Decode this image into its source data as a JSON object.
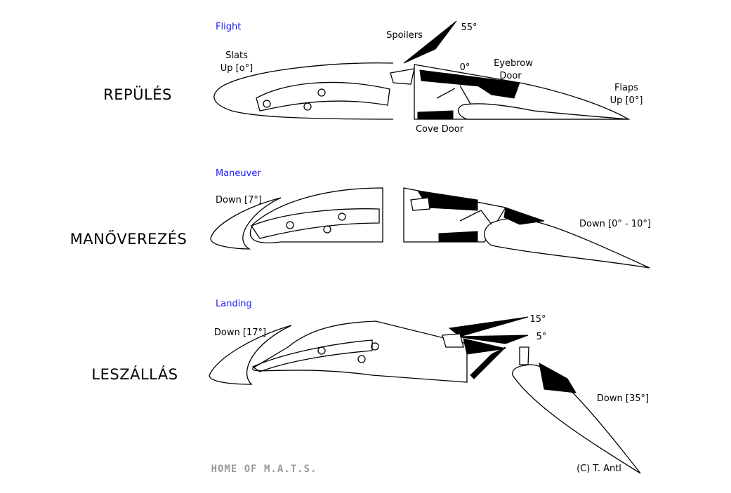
{
  "sections": [
    {
      "title_hu": "REPÜLÉS",
      "title_en": "Flight",
      "labels": {
        "slats_1": "Slats",
        "slats_2": "Up [o°]",
        "spoilers": "Spoilers",
        "spoiler_max": "55°",
        "spoiler_min": "0°",
        "eyebrow_1": "Eyebrow",
        "eyebrow_2": "Door",
        "flaps_1": "Flaps",
        "flaps_2": "Up [0°]",
        "cove_door": "Cove Door"
      }
    },
    {
      "title_hu": "MANŐVEREZÉS",
      "title_en": "Maneuver",
      "labels": {
        "slats": "Down [7°]",
        "flaps": "Down [0° - 10°]"
      }
    },
    {
      "title_hu": "LESZÁLLÁS",
      "title_en": "Landing",
      "labels": {
        "slats": "Down [17°]",
        "spoiler_1": "15°",
        "spoiler_2": "5°",
        "flaps": "Down [35°]"
      }
    }
  ],
  "footer": {
    "home": "HOME OF M.A.T.S.",
    "copyright": "(C) T. Antl"
  }
}
